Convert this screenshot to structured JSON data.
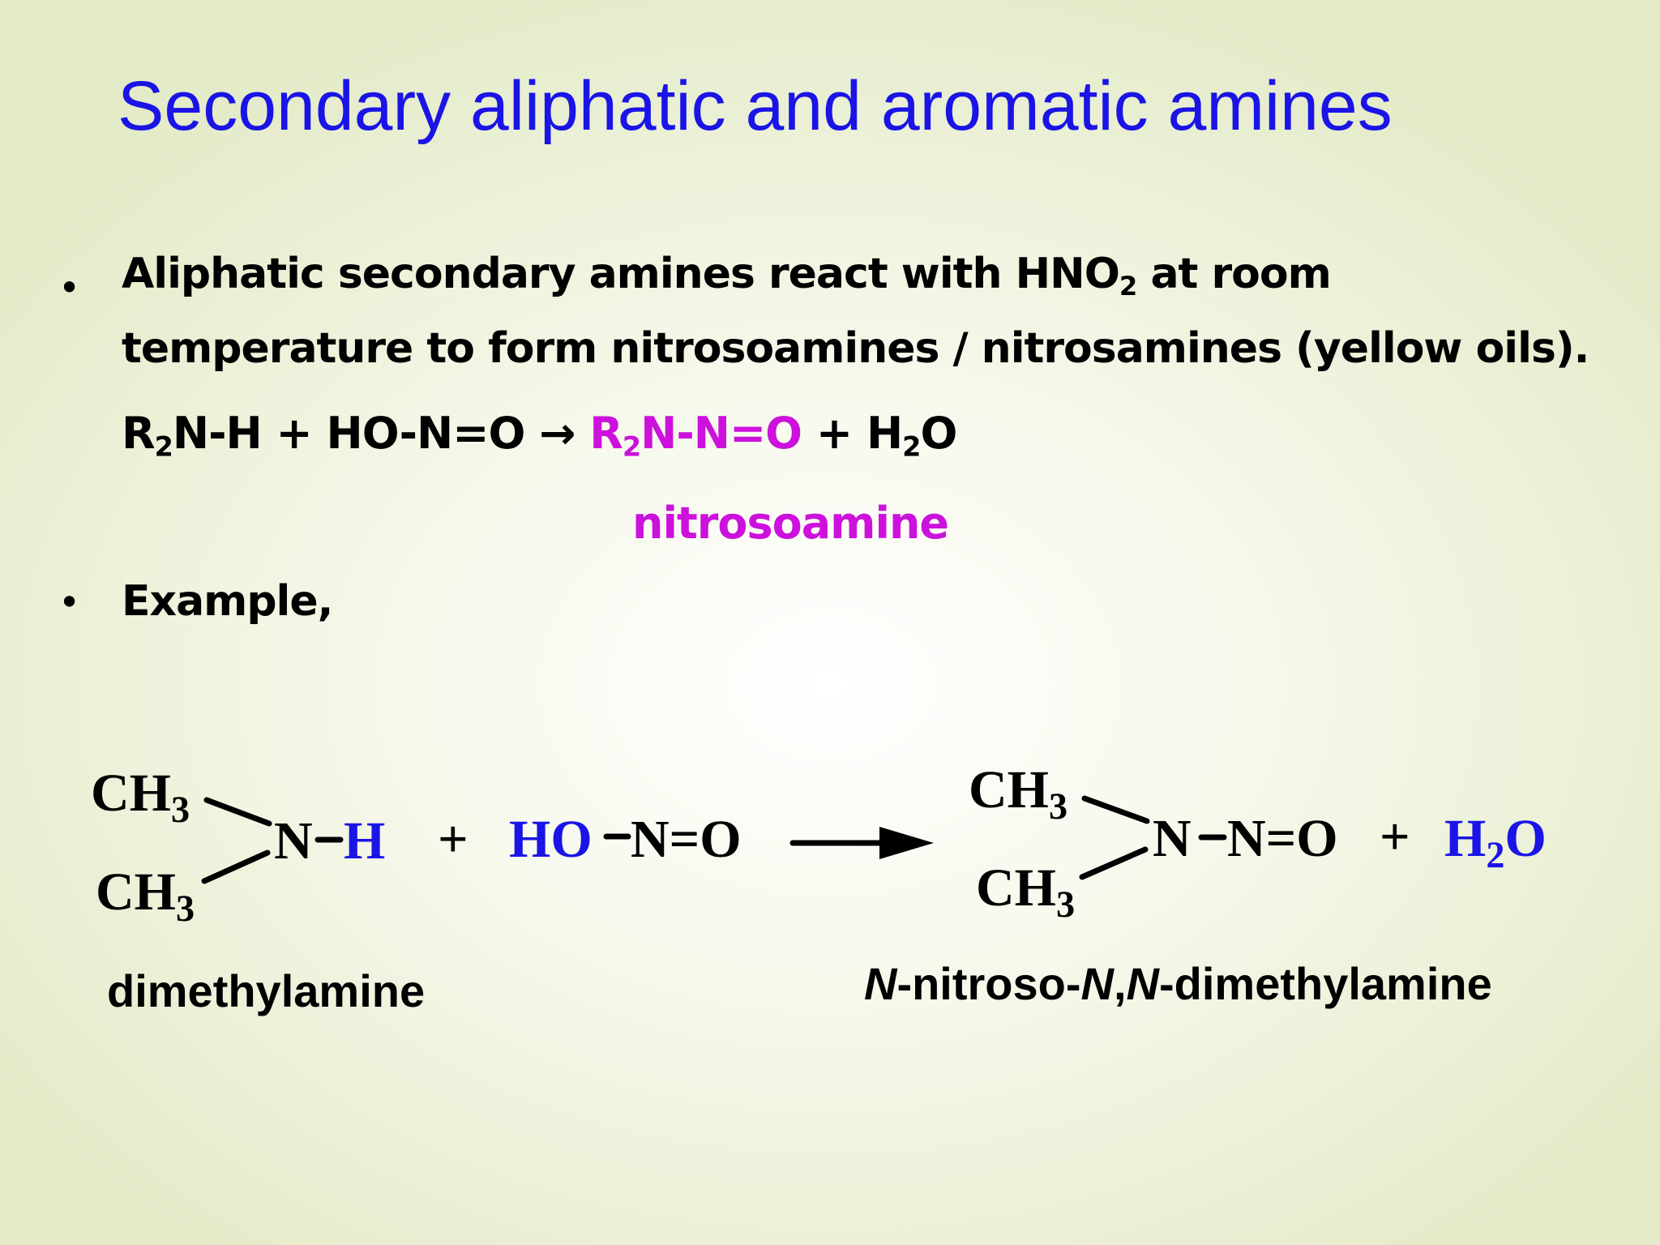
{
  "slide": {
    "title": "Secondary aliphatic and aromatic amines",
    "bullet_glyph": "•",
    "bullet1": {
      "line1_pre": "Aliphatic secondary amines react with HNO",
      "line1_sub": "2",
      "line1_post": " at room",
      "line2": "temperature to form nitrosoamines / nitrosamines (yellow oils)."
    },
    "general_equation": {
      "r": "R",
      "r_sub": "2",
      "reactant_rest": "N-H + HO-N=O → ",
      "product_r": "R",
      "product_sub": "2",
      "product_rest": "N-N=O",
      "plus_h": " + H",
      "water_sub": "2",
      "water_o": "O",
      "product_label": "nitrosoamine"
    },
    "bullet2": "Example,",
    "example": {
      "ch3_c": "CH",
      "ch3_sub": "3",
      "n": "N",
      "h": "H",
      "plus": "+",
      "ho": "HO",
      "n_eq_o": "N=O",
      "product_tail": "N=O",
      "water_h": "H",
      "water_sub": "2",
      "water_o": "O",
      "reactant_name": "dimethylamine",
      "product_name_n1": "N",
      "product_name_mid1": "-nitroso-",
      "product_name_n2": "N",
      "product_name_comma": ",",
      "product_name_n3": "N",
      "product_name_end": "-dimethylamine"
    },
    "colors": {
      "title": "#1a14e6",
      "highlight": "#cc11dd",
      "reagent": "#1a14e6"
    }
  }
}
